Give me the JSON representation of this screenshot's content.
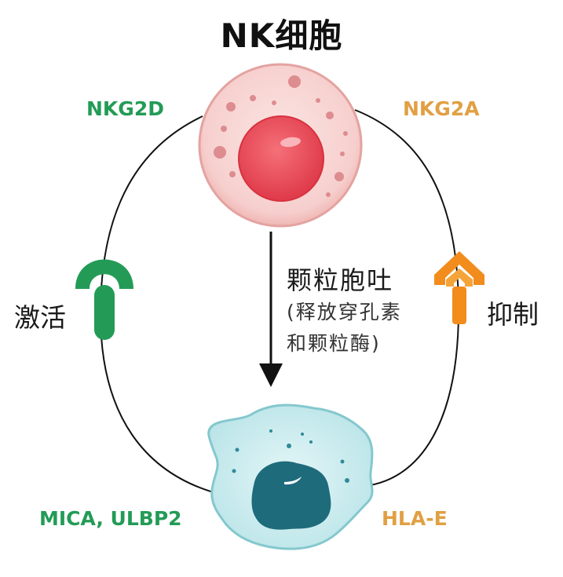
{
  "title": "NK细胞",
  "receptors": {
    "left": "NKG2D",
    "right": "NKG2A"
  },
  "effects": {
    "left": "激活",
    "right": "抑制"
  },
  "mechanism": {
    "label": "颗粒胞吐",
    "detail_line1": "(释放穿孔素",
    "detail_line2": "和颗粒酶)"
  },
  "ligands": {
    "left": "MICA, ULBP2",
    "right": "HLA-E"
  },
  "colors": {
    "activation": "#239b56",
    "inhibition": "#e0a044",
    "nk_cell_fill": "#f8d4d2",
    "nucleus": "#ea4a58",
    "target_cell_fill": "#cdeef0",
    "target_nucleus": "#1e6b7c",
    "line": "#111111"
  }
}
